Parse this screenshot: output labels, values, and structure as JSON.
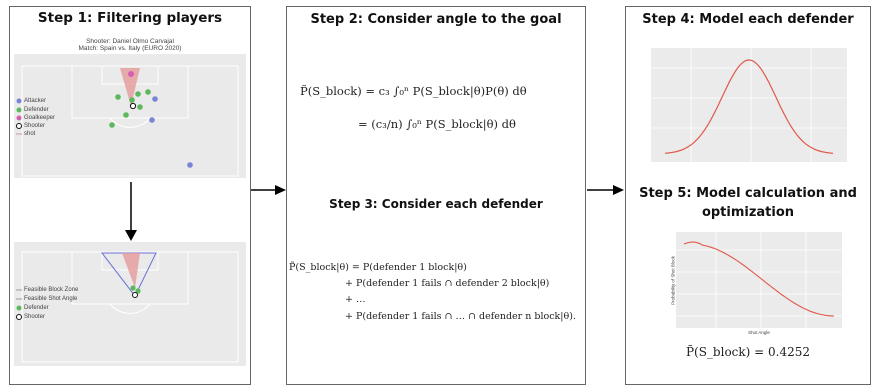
{
  "steps": {
    "s1": "Step 1: Filtering players",
    "s2": "Step 2: Consider angle to the goal",
    "s3": "Step 3: Consider each defender",
    "s4": "Step 4: Model each defender",
    "s5_line1": "Step 5: Model calculation and",
    "s5_line2": "optimization"
  },
  "pitch1": {
    "shooter": "Shooter: Daniel Olmo Carvajal",
    "match": "Match: Spain vs. Italy (EURO 2020)",
    "legend": [
      "Attacker",
      "Defender",
      "Goalkeeper",
      "Shooter",
      "shot"
    ]
  },
  "pitch2": {
    "legend": [
      "Feasible Block Zone",
      "Feasible Shot Angle",
      "Defender",
      "Shooter"
    ]
  },
  "step2": {
    "lhs": "P̃(S_block) = c₃ ∫₀ⁿ P(S_block|θ)P(θ) dθ",
    "rhs": "= (c₃/n) ∫₀ⁿ P(S_block|θ) dθ"
  },
  "step3": {
    "line1": "P̃(S_block|θ) = P(defender 1 block|θ)",
    "line2": "+ P(defender 1 fails ∩ defender 2 block|θ)",
    "line3": "+ …",
    "line4": "+ P(defender 1 fails ∩ … ∩ defender n block|θ)."
  },
  "step5": {
    "result": "P̃(S_block) = 0.4252",
    "ylabel": "Probability of Shot Block",
    "xlabel": "Shot Angle"
  },
  "colors": {
    "attacker": "#7b83d6",
    "defender": "#5cb85c",
    "goalkeeper": "#d45fb0",
    "curve": "#e0584a"
  }
}
